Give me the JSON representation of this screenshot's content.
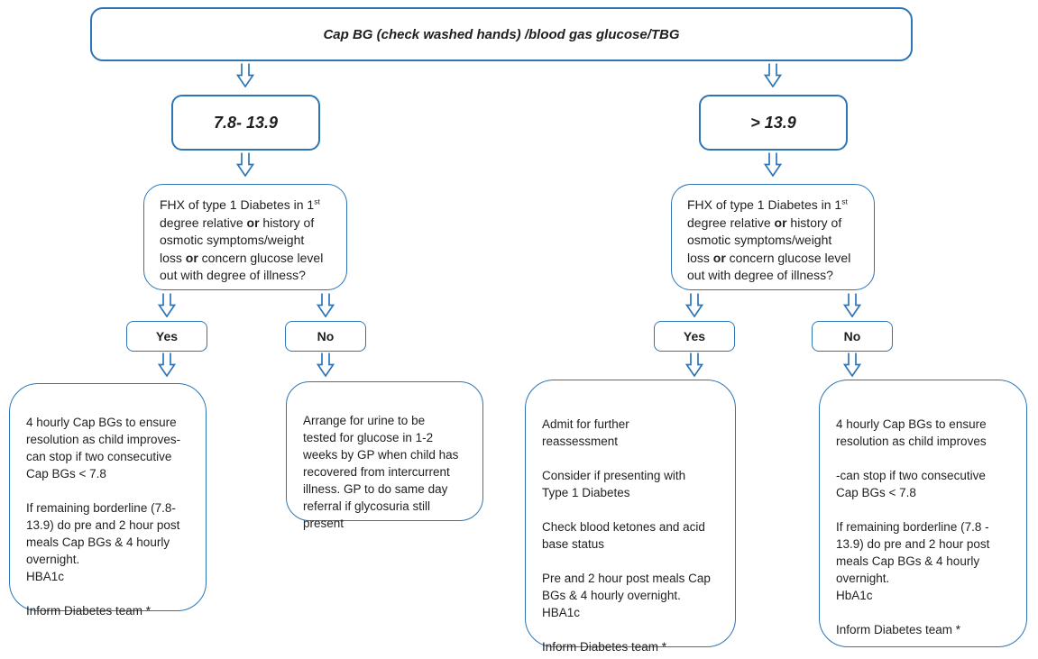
{
  "title": "Cap BG (check washed hands) /blood gas glucose/TBG",
  "colors": {
    "line": "#2E75B6",
    "text": "#1F1F1F",
    "background": "#FFFFFF"
  },
  "left_branch": {
    "range_label": "7.8- 13.9",
    "question_segments": [
      {
        "t": "FHX of type 1 Diabetes in 1"
      },
      {
        "t": "st",
        "sup": true
      },
      {
        "br": true
      },
      {
        "t": "degree relative "
      },
      {
        "t": "or",
        "b": true
      },
      {
        "t": " history of"
      },
      {
        "br": true
      },
      {
        "t": "osmotic symptoms/weight"
      },
      {
        "br": true
      },
      {
        "t": "loss "
      },
      {
        "t": "or",
        "b": true
      },
      {
        "t": " concern glucose level"
      },
      {
        "br": true
      },
      {
        "t": "out with degree of illness?"
      }
    ],
    "yes_label": "Yes",
    "no_label": "No",
    "yes_outcome": "4 hourly Cap BGs to ensure\nresolution as child improves-\ncan stop if two consecutive\nCap BGs < 7.8\n\nIf remaining borderline (7.8-\n13.9) do pre and 2 hour post\nmeals Cap BGs & 4 hourly\novernight.\nHBA1c\n\nInform Diabetes team *",
    "no_outcome": "Arrange for urine to be\ntested for glucose in 1-2\nweeks by GP when child has\nrecovered from intercurrent\nillness. GP to do same day\nreferral if glycosuria still\npresent"
  },
  "right_branch": {
    "range_label": "> 13.9",
    "question_segments": [
      {
        "t": "FHX of type 1 Diabetes in 1"
      },
      {
        "t": "st",
        "sup": true
      },
      {
        "br": true
      },
      {
        "t": "degree relative "
      },
      {
        "t": "or",
        "b": true
      },
      {
        "t": " history of"
      },
      {
        "br": true
      },
      {
        "t": "osmotic symptoms/weight"
      },
      {
        "br": true
      },
      {
        "t": "loss "
      },
      {
        "t": "or",
        "b": true
      },
      {
        "t": " concern glucose level"
      },
      {
        "br": true
      },
      {
        "t": "out with degree of illness?"
      }
    ],
    "yes_label": "Yes",
    "no_label": "No",
    "yes_outcome": "Admit for further\nreassessment\n\nConsider if presenting with\nType 1 Diabetes\n\nCheck blood ketones and acid\nbase status\n\nPre and 2 hour post meals Cap\nBGs & 4 hourly overnight.\nHBA1c\n\nInform Diabetes team *",
    "no_outcome": "4 hourly Cap BGs to ensure\nresolution as child improves\n\n-can stop if two consecutive\nCap BGs < 7.8\n\nIf remaining borderline (7.8 -\n13.9) do pre and 2 hour post\nmeals Cap BGs & 4 hourly\novernight.\nHbA1c\n\nInform Diabetes team *"
  }
}
